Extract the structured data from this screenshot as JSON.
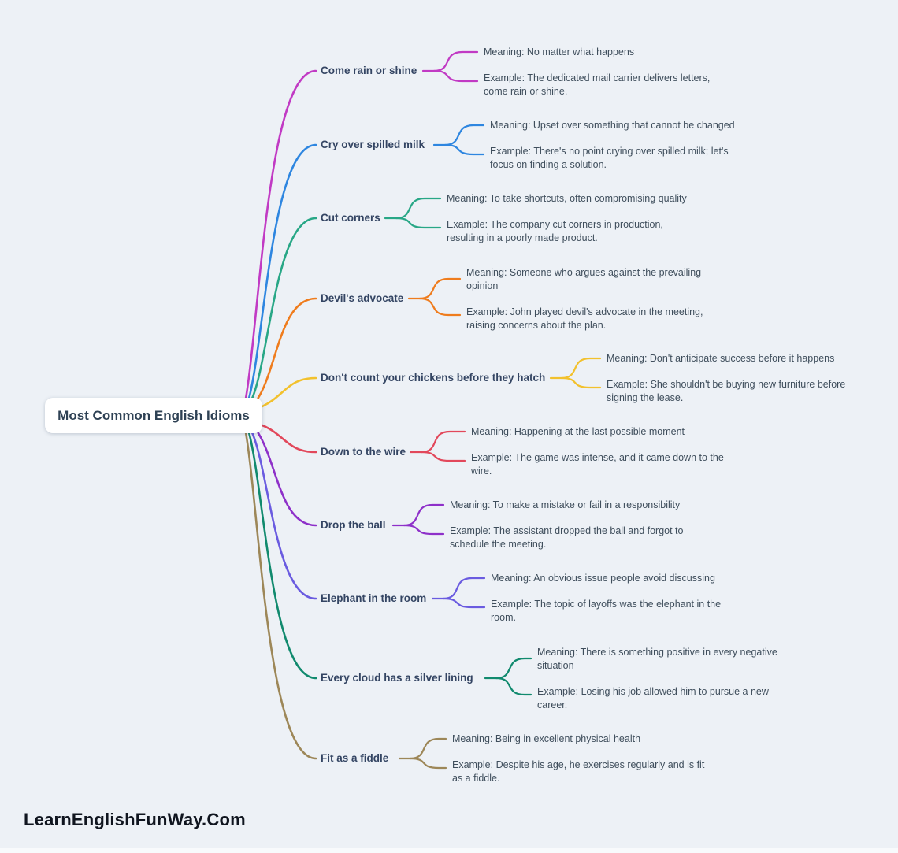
{
  "colors": {
    "background": "#edf1f6",
    "root_node_bg": "#ffffff",
    "label_text": "#344563",
    "body_text": "#3f4e5c",
    "footer_text": "#10151f"
  },
  "root": {
    "label": "Most Common English Idioms"
  },
  "footer": {
    "text": "LearnEnglishFunWay.Com"
  },
  "idioms": [
    {
      "label": "Come rain or shine",
      "color": "#c13ac4",
      "meaning": "Meaning: No matter what happens",
      "example": "Example: The dedicated mail carrier delivers letters,\ncome rain or shine."
    },
    {
      "label": "Cry over spilled milk",
      "color": "#2e86e0",
      "meaning": "Meaning: Upset over something that cannot be changed",
      "example": "Example: There's no point crying over spilled milk; let's\nfocus on finding a solution."
    },
    {
      "label": "Cut corners",
      "color": "#28a786",
      "meaning": "Meaning: To take shortcuts, often compromising quality",
      "example": "Example: The company cut corners in production,\nresulting in a poorly made product."
    },
    {
      "label": "Devil's advocate",
      "color": "#ef7c1d",
      "meaning": "Meaning: Someone who argues against the prevailing\nopinion",
      "example": "Example: John played devil's advocate in the meeting,\nraising concerns about the plan."
    },
    {
      "label": "Don't count your chickens before they hatch",
      "color": "#f2c12d",
      "meaning": "Meaning: Don't anticipate success before it happens",
      "example": "Example: She shouldn't be buying new furniture before\nsigning the lease."
    },
    {
      "label": "Down to the wire",
      "color": "#e2485b",
      "meaning": "Meaning: Happening at the last possible moment",
      "example": "Example: The game was intense, and it came down to the\nwire."
    },
    {
      "label": "Drop the ball",
      "color": "#8e30c9",
      "meaning": "Meaning: To make a mistake or fail in a responsibility",
      "example": "Example: The assistant dropped the ball and forgot to\nschedule the meeting."
    },
    {
      "label": "Elephant in the room",
      "color": "#6a5be0",
      "meaning": "Meaning: An obvious issue people avoid discussing",
      "example": "Example: The topic of layoffs was the elephant in the\nroom."
    },
    {
      "label": "Every cloud has a silver lining",
      "color": "#118a6e",
      "meaning": "Meaning: There is something positive in every negative\nsituation",
      "example": "Example: Losing his job allowed him to pursue a new\ncareer."
    },
    {
      "label": "Fit as a fiddle",
      "color": "#9d8758",
      "meaning": "Meaning: Being in excellent physical health",
      "example": "Example: Despite his age, he exercises regularly and is fit\nas a fiddle."
    }
  ]
}
